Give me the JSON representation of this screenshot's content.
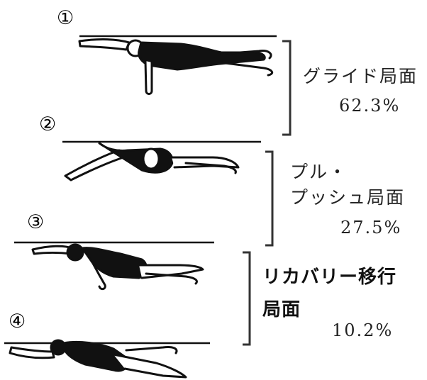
{
  "steps": [
    {
      "number": "①"
    },
    {
      "number": "②"
    },
    {
      "number": "③"
    },
    {
      "number": "④"
    }
  ],
  "phases": [
    {
      "label_lines": [
        "グライド局面"
      ],
      "percent": "62.3%"
    },
    {
      "label_lines": [
        "プル・",
        "プッシュ局面"
      ],
      "percent": "27.5%"
    },
    {
      "label_lines": [
        "リカバリー移行",
        "局面"
      ],
      "percent": "10.2%"
    }
  ],
  "colors": {
    "ink": "#111111",
    "background": "#ffffff"
  },
  "icons": [
    "swimmer-glide-figure",
    "swimmer-pull-figure",
    "swimmer-recovery-figure",
    "swimmer-transition-figure"
  ]
}
